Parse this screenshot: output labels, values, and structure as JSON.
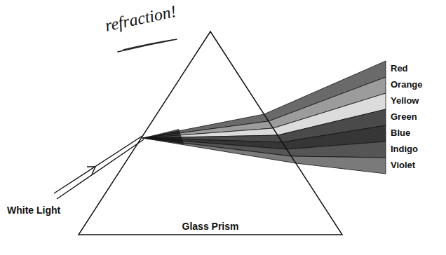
{
  "diagram": {
    "nodes": [
      {
        "text": [
          "Glass Prism"
        ]
      }
    ],
    "labels": [
      "refraction!",
      "White Light",
      "Red",
      "Orange",
      "Yellow",
      "Green",
      "Blue",
      "Indigo",
      "Violet"
    ]
  }
}
